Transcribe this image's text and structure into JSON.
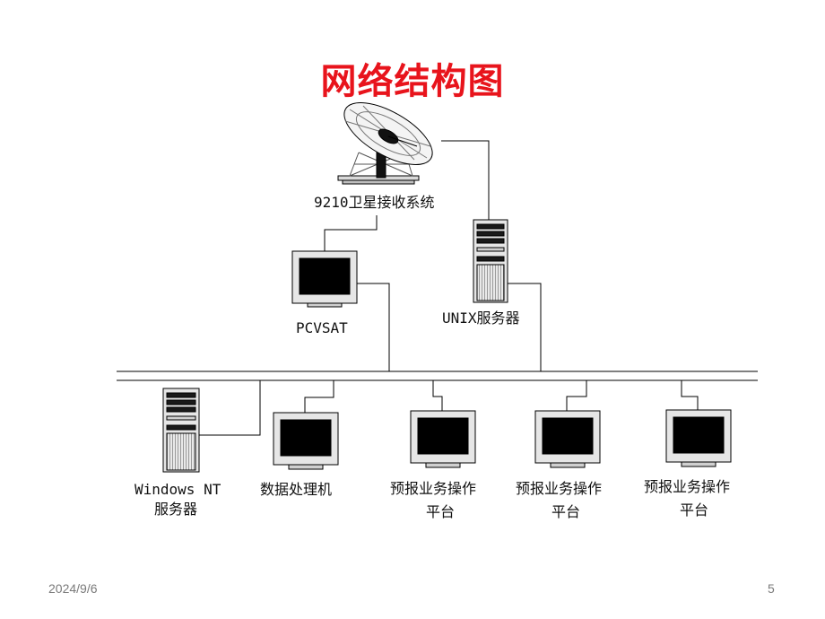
{
  "slide": {
    "title": "网络结构图",
    "date": "2024/9/6",
    "page_number": "5"
  },
  "nodes": {
    "satellite": {
      "label": "9210卫星接收系统",
      "icon": "satellite-dish-icon"
    },
    "pcvsat": {
      "label": "PCVSAT",
      "icon": "monitor-icon"
    },
    "unix": {
      "label": "UNIX服务器",
      "icon": "server-tower-icon"
    },
    "winnt": {
      "label_line1": "Windows NT",
      "label_line2": "服务器",
      "icon": "server-tower-icon"
    },
    "data_proc": {
      "label": "数据处理机",
      "icon": "monitor-icon"
    },
    "forecast1": {
      "label_line1": "预报业务操作",
      "label_line2": "平台",
      "icon": "monitor-icon"
    },
    "forecast2": {
      "label_line1": "预报业务操作",
      "label_line2": "平台",
      "icon": "monitor-icon"
    },
    "forecast3": {
      "label_line1": "预报业务操作",
      "label_line2": "平台",
      "icon": "monitor-icon"
    }
  },
  "colors": {
    "title": "#e8141c",
    "line": "#000000",
    "screen": "#000000",
    "case": "#e6e6e6"
  }
}
